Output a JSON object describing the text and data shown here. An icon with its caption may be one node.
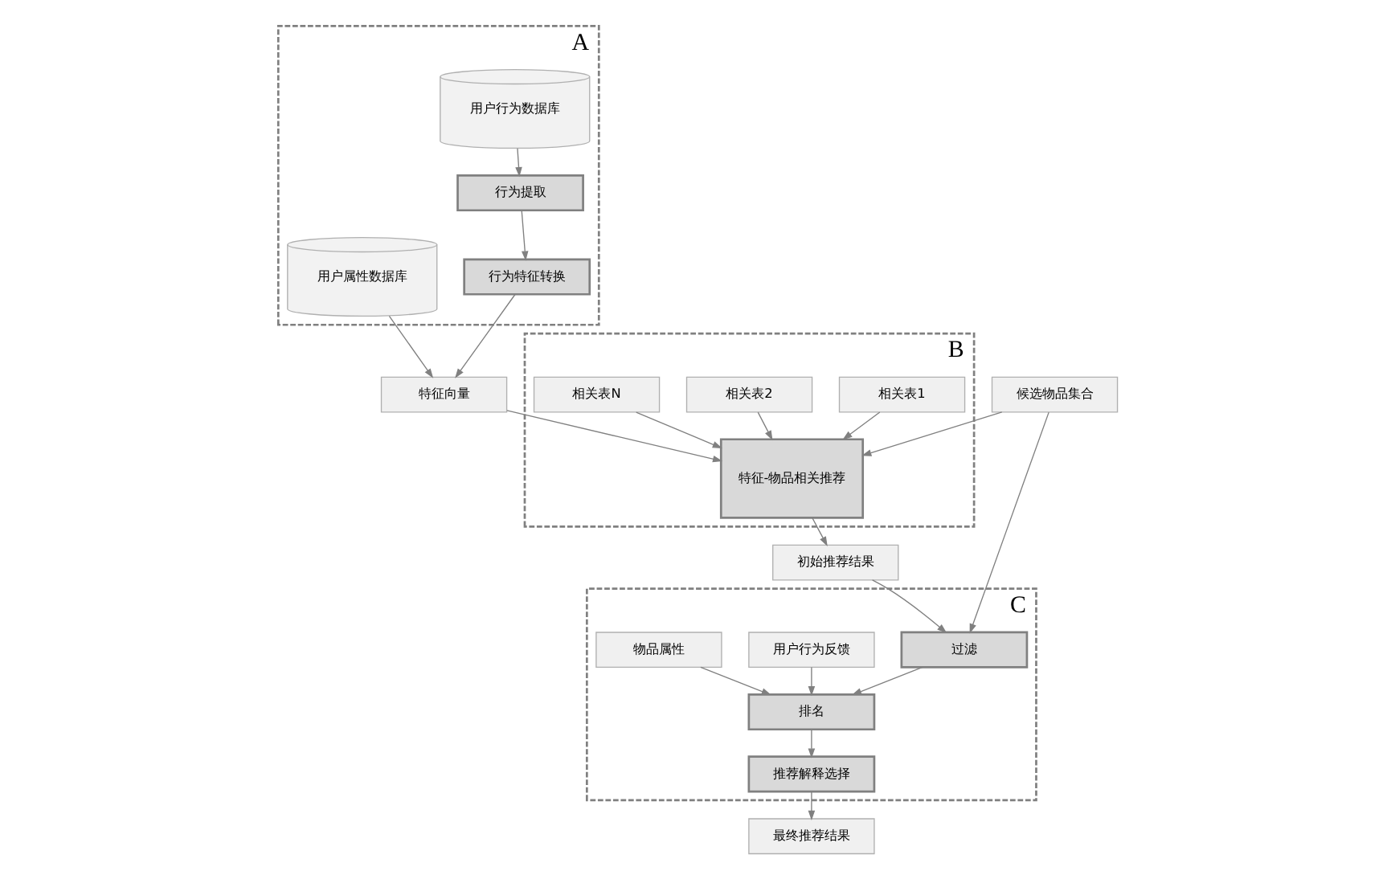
{
  "diagram": {
    "nodes": [
      {
        "text": [
          "A"
        ]
      },
      {
        "text": [
          "用户行为数据库"
        ],
        "in": 0
      },
      {
        "text": [
          "用户属性数据库"
        ],
        "in": 0
      },
      {
        "text": [
          "行为提取"
        ],
        "in": 0
      },
      {
        "text": [
          "行为特征转换"
        ],
        "in": 0
      },
      {
        "text": [
          "特征向量"
        ]
      },
      {
        "text": [
          "B"
        ]
      },
      {
        "text": [
          "相关表1"
        ],
        "in": 6
      },
      {
        "text": [
          "相关表2"
        ],
        "in": 6
      },
      {
        "text": [
          "相关表N"
        ],
        "in": 6
      },
      {
        "text": [
          "特征-物品相关推荐"
        ],
        "in": 6
      },
      {
        "text": [
          "候选物品集合"
        ]
      },
      {
        "text": [
          "初始推荐结果"
        ]
      },
      {
        "text": [
          "C"
        ]
      },
      {
        "text": [
          "过滤"
        ],
        "in": 13
      },
      {
        "text": [
          "排名"
        ],
        "in": 13
      },
      {
        "text": [
          "推荐解释选择"
        ],
        "in": 13
      },
      {
        "text": [
          "用户行为反馈"
        ],
        "in": 13
      },
      {
        "text": [
          "物品属性"
        ],
        "in": 13
      },
      {
        "text": [
          "最终推荐结果"
        ]
      }
    ],
    "edges": [
      {
        "from": 1,
        "to": 3,
        "arrow": "to"
      },
      {
        "from": 3,
        "to": 4,
        "arrow": "to"
      },
      {
        "from": 4,
        "to": 5,
        "arrow": "to"
      },
      {
        "from": 2,
        "to": 5,
        "arrow": "to"
      },
      {
        "from": 5,
        "to": 10,
        "arrow": "to"
      },
      {
        "from": 7,
        "to": 10,
        "arrow": "to"
      },
      {
        "from": 8,
        "to": 10,
        "arrow": "to"
      },
      {
        "from": 9,
        "to": 10,
        "arrow": "to"
      },
      {
        "from": 11,
        "to": 10,
        "arrow": "to"
      },
      {
        "from": 10,
        "to": 12,
        "arrow": "to"
      },
      {
        "from": 12,
        "to": 14,
        "arrow": "to"
      },
      {
        "from": 11,
        "to": 14,
        "arrow": "to"
      },
      {
        "from": 14,
        "to": 15,
        "arrow": "to"
      },
      {
        "from": 17,
        "to": 15,
        "arrow": "to"
      },
      {
        "from": 18,
        "to": 15,
        "arrow": "to"
      },
      {
        "from": 15,
        "to": 16,
        "arrow": "to"
      },
      {
        "from": 16,
        "to": 19,
        "arrow": "to"
      }
    ]
  }
}
